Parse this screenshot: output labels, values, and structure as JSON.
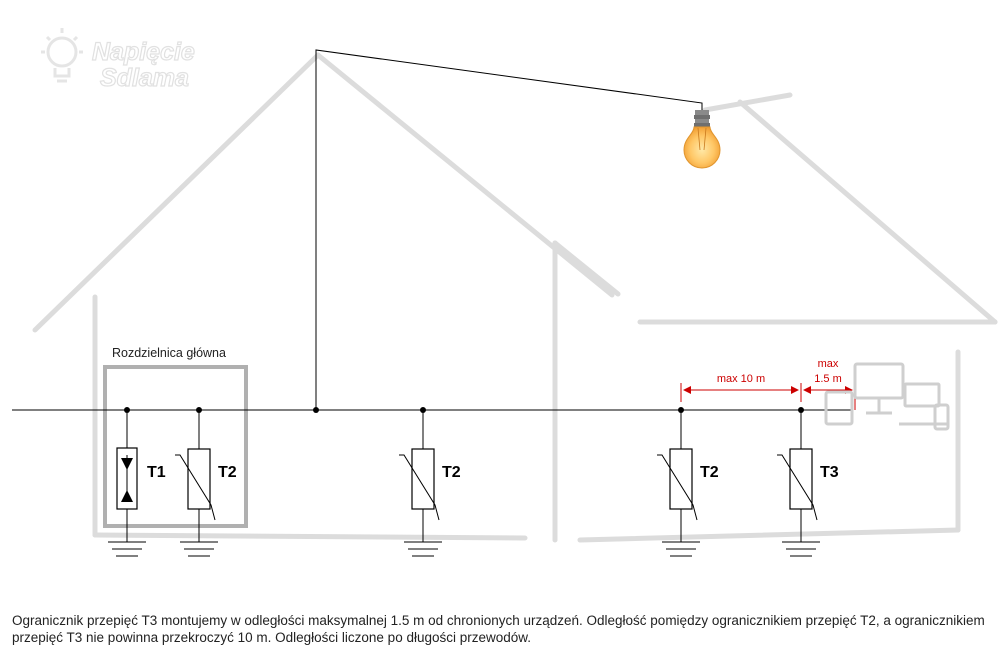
{
  "logo": {
    "line1": "Napięcie",
    "line2": "Sdlama"
  },
  "distribution_board": {
    "label": "Rozdzielnica główna"
  },
  "devices": [
    {
      "label": "T1"
    },
    {
      "label": "T2"
    },
    {
      "label": "T2"
    },
    {
      "label": "T2"
    },
    {
      "label": "T3"
    }
  ],
  "dimensions": {
    "t2_to_t3": "max 10 m",
    "t3_to_device_line1": "max",
    "t3_to_device_line2": "1.5 m"
  },
  "colors": {
    "wire": "#000000",
    "dimension": "#cc0000",
    "house_outline": "#d9d9d9",
    "board_frame": "#b3b3b3"
  },
  "icons": [
    "lightbulb-icon",
    "computer-devices-icon",
    "ground-symbol-icon",
    "logo-bulb-icon"
  ],
  "caption": "Ogranicznik przepięć T3 montujemy w odległości maksymalnej 1.5 m od chronionych urządzeń. Odległość pomiędzy ogranicznikiem przepięć T2, a ogranicznikiem przepięć T3 nie powinna przekroczyć 10 m. Odległości liczone po długości przewodów."
}
